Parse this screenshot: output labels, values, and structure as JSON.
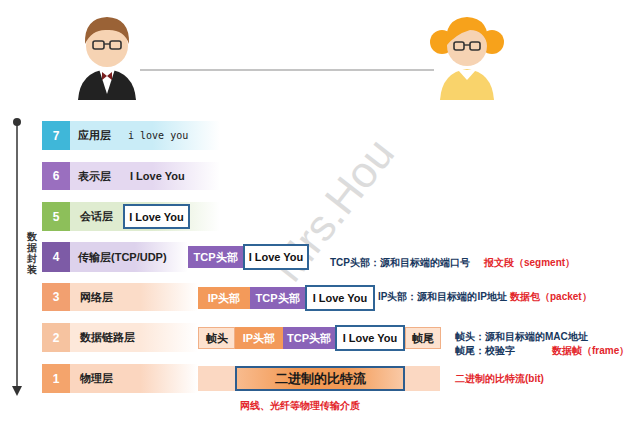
{
  "diagram": {
    "nodes": [
      {
        "text": [
          "7"
        ]
      },
      {
        "text": [
          "应用层",
          "i love you"
        ]
      },
      {
        "text": [
          "6"
        ]
      },
      {
        "text": [
          "表示层",
          "I Love You"
        ]
      },
      {
        "text": [
          "5"
        ]
      },
      {
        "text": [
          "会话层"
        ]
      },
      {
        "text": [
          "I Love You"
        ],
        "in": 5
      },
      {
        "text": [
          "4"
        ]
      },
      {
        "text": [
          "传输层(TCP/UDP)"
        ]
      },
      {
        "text": [
          "TCP头部"
        ]
      },
      {
        "text": [
          "I Love You"
        ]
      },
      {
        "text": [
          "3"
        ]
      },
      {
        "text": [
          "网络层"
        ]
      },
      {
        "text": [
          "IP头部"
        ]
      },
      {
        "text": [
          "TCP头部"
        ]
      },
      {
        "text": [
          "I Love You"
        ]
      },
      {
        "text": [
          "2"
        ]
      },
      {
        "text": [
          "数据链路层"
        ]
      },
      {
        "text": [
          "帧头"
        ]
      },
      {
        "text": [
          "IP头部"
        ]
      },
      {
        "text": [
          "TCP头部"
        ]
      },
      {
        "text": [
          "I Love You"
        ]
      },
      {
        "text": [
          "帧尾"
        ]
      },
      {
        "text": [
          "1"
        ]
      },
      {
        "text": [
          "物理层"
        ]
      },
      {
        "text": [
          "二进制的比特流"
        ]
      }
    ],
    "labels": [
      "Mrs.Hou",
      "数据封装",
      "TCP头部：源和目标端的端口号",
      "报文段（segment）",
      "IP头部：源和目标端的IP地址",
      "数据包（packet）",
      "帧头：源和目标端的MAC地址",
      "帧尾：校验字",
      "数据帧（frame）",
      "二进制的比特流(bit)",
      "网线、光纤等物理传输介质"
    ]
  }
}
